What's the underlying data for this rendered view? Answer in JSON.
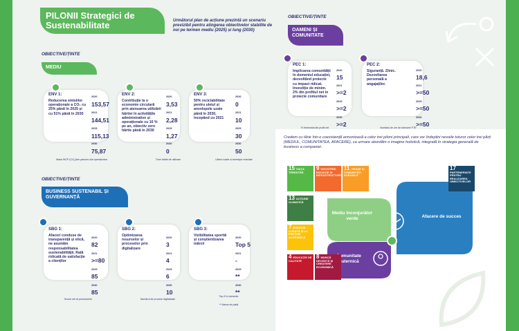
{
  "title": "PILONII Strategici de Sustenabilitate",
  "intro": "Următorul plan de acțiune prezintă un scenariu previzibil pentru atingerea obiectivelor stabilite de noi pe termen mediu (2025) și lung (2030)",
  "objective_label": "OBIECTIVE/ȚINTE",
  "mediu": {
    "section": "MEDIU",
    "cards": [
      {
        "code": "ENV 1:",
        "desc": "Reducerea emisiilor operaționale a CO₂ cu 25% până în 2025 și cu 51% până în 2030",
        "rows": [
          {
            "yr": "2020",
            "val": "153,57"
          },
          {
            "yr": "2021",
            "val": "144,51"
          },
          {
            "yr": "2025",
            "val": "115,13"
          },
          {
            "yr": "2030",
            "val": "75,87"
          }
        ],
        "note": "Masa WCP (CO₂)/km parcurs și/a operațiunea"
      },
      {
        "code": "ENV 2:",
        "desc": "Contribuție la o economie circulară prin atenuarea utilizării hârtiei în activitățile administrative și operaționale cu 10 % pe an, obiectiv zero hârtie până în 2030",
        "rows": [
          {
            "yr": "2020",
            "val": "3,53"
          },
          {
            "yr": "2021",
            "val": "2,28"
          },
          {
            "yr": "2025",
            "val": "1,27"
          },
          {
            "yr": "2030",
            "val": "0"
          }
        ],
        "note": "Tone hârtie de utilizare"
      },
      {
        "code": "ENV 3:",
        "desc": "50% reciclabilitate pentru uleiul și anvelopele uzate până în 2030, începând cu 2021",
        "rows": [
          {
            "yr": "2020",
            "val": "0"
          },
          {
            "yr": "2021",
            "val": "10"
          },
          {
            "yr": "2025",
            "val": "30"
          },
          {
            "yr": "2030",
            "val": "50"
          }
        ],
        "note": "Uleiuri uzate și anvelope reciclate"
      }
    ]
  },
  "oameni": {
    "section": "OAMENI ȘI COMUNITATE",
    "cards": [
      {
        "code": "PEC 1:",
        "desc": "Implicarea comunității în domeniul educației, dezvoltând proiecte cu impact ridicat. Investiție de minim. 2% din profitul net în proiecte comunitare",
        "rows": [
          {
            "yr": "2020",
            "val": "15"
          },
          {
            "yr": "2021",
            "val": ">=2"
          },
          {
            "yr": "2025",
            "val": ">=2"
          },
          {
            "yr": "2030",
            "val": ">=2"
          }
        ],
        "note": "% trimestrial din profit net"
      },
      {
        "code": "PEC 2:",
        "desc": "Siguranță. Zilnic. Dezvoltarea personală a angajaților.",
        "rows": [
          {
            "yr": "2020",
            "val": "18,6"
          },
          {
            "yr": "2021",
            "val": ">=50"
          },
          {
            "yr": "2025",
            "val": ">=50"
          },
          {
            "yr": "2030",
            "val": ">=50"
          }
        ],
        "note": "Numărul de ore de instruire/ FTE"
      }
    ]
  },
  "business": {
    "section": "BUSINESS SUSTENABIL ȘI GUVERNANȚĂ",
    "cards": [
      {
        "code": "SBG 1:",
        "desc": "Afaceri conduse de transparență și etică, ne asumăm responsabilitatea sustenabilității. Rată ridicată de satisfacție a clienților",
        "rows": [
          {
            "yr": "2020",
            "val": "82"
          },
          {
            "yr": "2021",
            "val": ">=80"
          },
          {
            "yr": "2025",
            "val": "85"
          },
          {
            "yr": "2030",
            "val": "85"
          }
        ],
        "note": "Scorul net al promotorilor"
      },
      {
        "code": "SBG 2:",
        "desc": "Optimizarea resurselor și proceselor prin digitalizare",
        "rows": [
          {
            "yr": "2020",
            "val": "3"
          },
          {
            "yr": "2021",
            "val": "4"
          },
          {
            "yr": "2025",
            "val": "6"
          },
          {
            "yr": "2030",
            "val": "10"
          }
        ],
        "note": "Numărul de procese digitalizate"
      },
      {
        "code": "SBG 3:",
        "desc": "Vizibilitatea sporită și conștientizarea mărcii",
        "rows": [
          {
            "yr": "2020",
            "val": "Top 5"
          },
          {
            "yr": "2021",
            "val": "-"
          },
          {
            "yr": "2025",
            "val": "**"
          },
          {
            "yr": "2030",
            "val": "**"
          }
        ],
        "note": "Top-5 în domeniu",
        "note2": "** Marca de piață"
      }
    ]
  },
  "sdg": {
    "text": "Credem cu tărie într-o coexistență armonioasă a celor trei piloni principali, care vor îndeplini nevoile tuturor celor trei părți (MEDIUL, COMUNITATEA, AFACERE), ca urmare abordăm o imagine holistică, integrată în strategia generală de business a companiei.",
    "tiles": [
      {
        "num": "15",
        "label": "VIAȚA TERESTRĂ",
        "color": "#56b947"
      },
      {
        "num": "9",
        "label": "INDUSTRIE, INOVAȚIE ȘI INFRASTRUCTURĂ",
        "color": "#f26a2d"
      },
      {
        "num": "11",
        "label": "ORAȘE ȘI COMUNITĂȚI DURABILE",
        "color": "#f99d26"
      },
      {
        "num": "13",
        "label": "ACȚIUNE CLIMATICĂ",
        "color": "#3f7e44"
      },
      {
        "num": "7",
        "label": "ENERGIE CURATĂ ȘI LA PREȚURI ACCESIBILE",
        "color": "#fcc30b"
      },
      {
        "num": "4",
        "label": "EDUCAȚIE DE CALITATE",
        "color": "#c5192d"
      },
      {
        "num": "8",
        "label": "MUNCĂ DECENTĂ ȘI CREȘTERE ECONOMICĂ",
        "color": "#a21942"
      },
      {
        "num": "17",
        "label": "PARTENERIATE PENTRU REALIZAREA OBIECTIVELOR",
        "color": "#19486a"
      }
    ],
    "mediu_label": "Mediu înconjurător verde",
    "afaceri_label": "Afacere de succes",
    "comunitate_label": "Comunitate puternică"
  }
}
